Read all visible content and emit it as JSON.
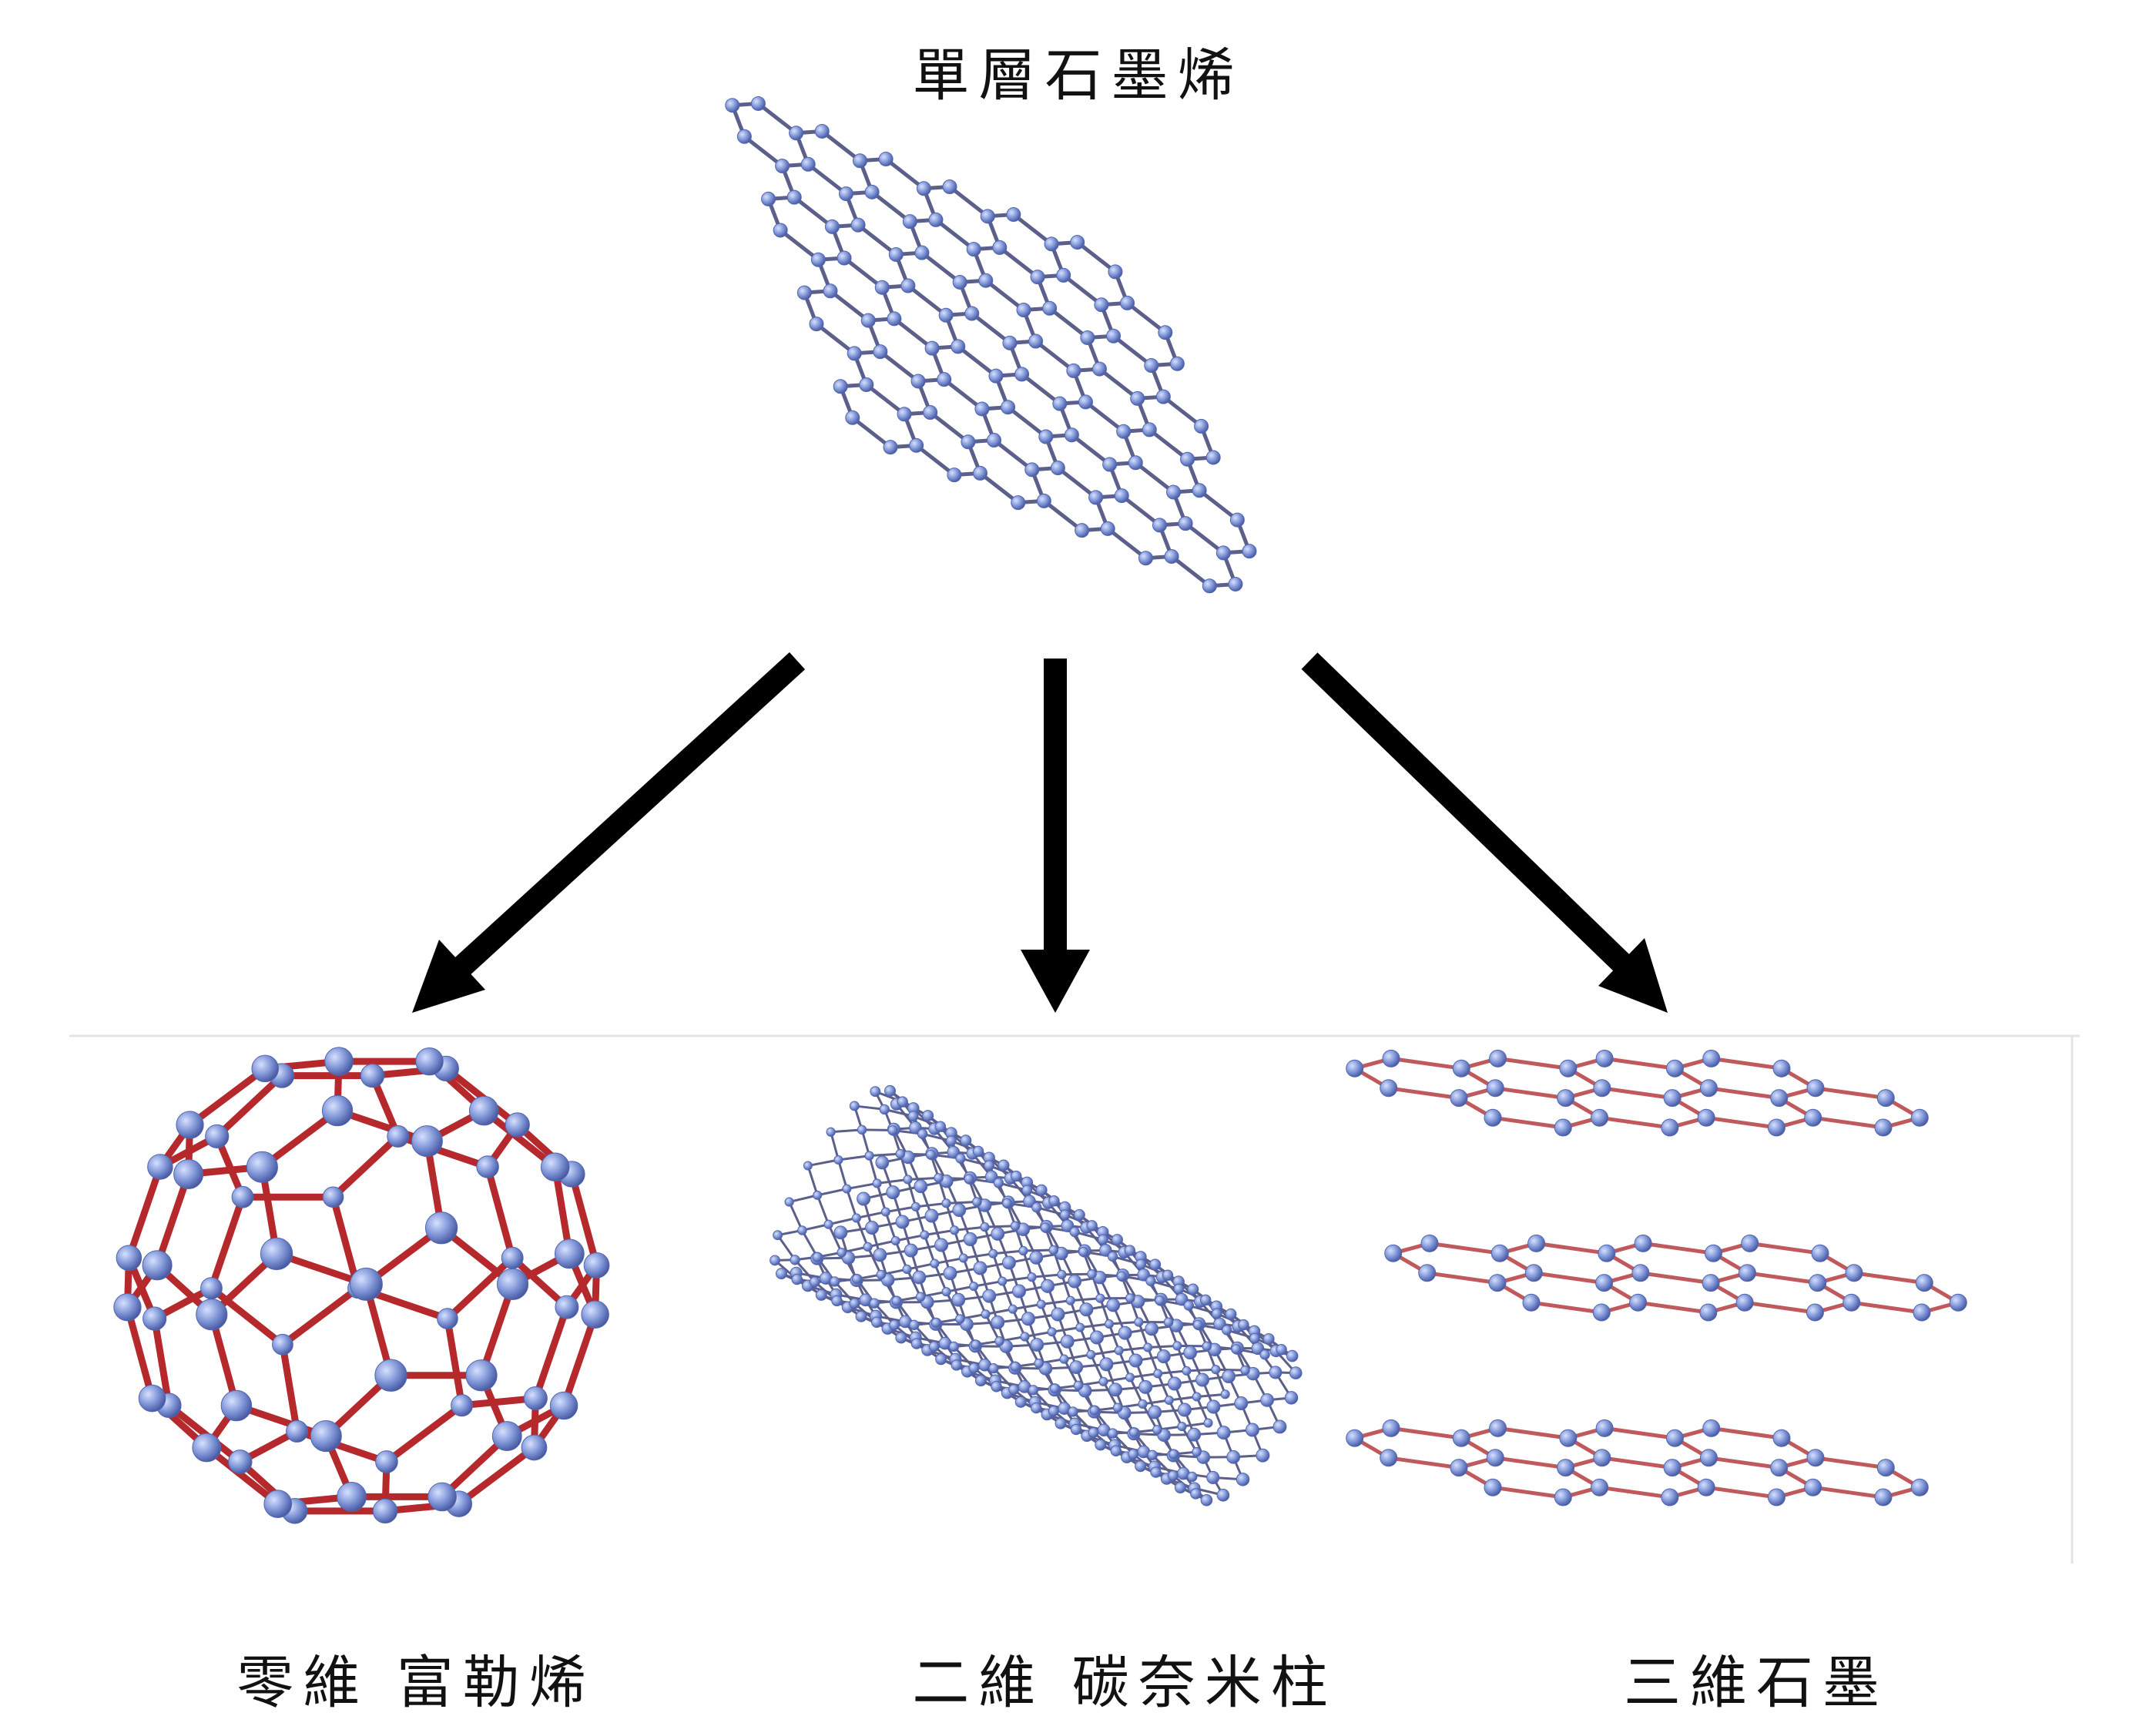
{
  "title": "單層石墨烯",
  "items": [
    {
      "label": "零維 富勒烯"
    },
    {
      "label": "二維 碳奈米柱"
    },
    {
      "label": "三維石墨"
    }
  ],
  "colors": {
    "atom": "#7f95d6",
    "atom_edge": "#5266b0",
    "bond_sheet": "#5c5f8a",
    "bond_molecule": "#b5282c",
    "arrow": "#000000"
  }
}
